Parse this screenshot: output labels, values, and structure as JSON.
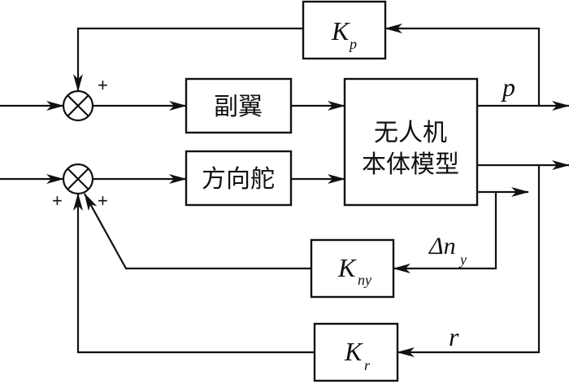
{
  "diagram": {
    "type": "block-diagram",
    "blocks": {
      "kp": {
        "main": "K",
        "sub": "p"
      },
      "aileron": {
        "label": "副翼"
      },
      "rudder": {
        "label": "方向舵"
      },
      "plant": {
        "line1": "无人机",
        "line2": "本体模型"
      },
      "kny": {
        "main": "K",
        "sub": "ny"
      },
      "kr": {
        "main": "K",
        "sub": "r"
      }
    },
    "signals": {
      "p": "p",
      "delta_ny_main": "Δn",
      "delta_ny_sub": "y",
      "r": "r"
    },
    "summing_junctions": {
      "sum1_sign_top": "+",
      "sum2_sign_left": "+",
      "sum2_sign_right": "+"
    },
    "colors": {
      "stroke": "#111111",
      "background": "#ffffff"
    }
  }
}
